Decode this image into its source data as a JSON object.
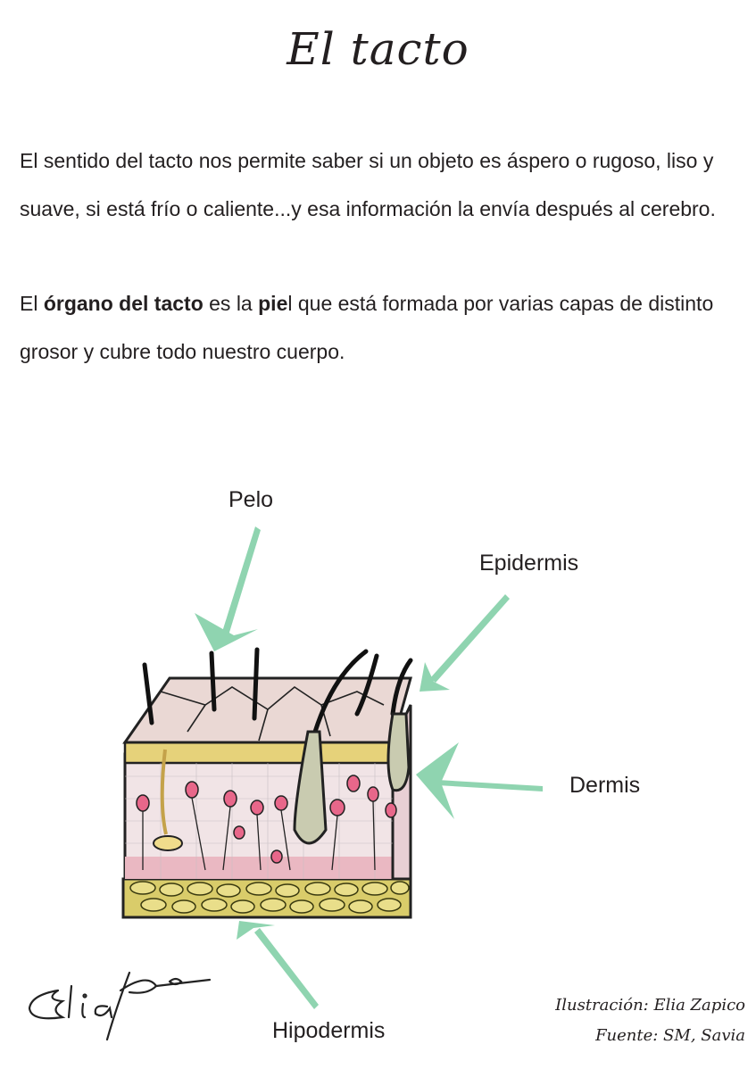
{
  "title": "El tacto",
  "paragraph1": "El sentido del tacto nos permite saber si un objeto es áspero o rugoso, liso y suave, si está frío o caliente...y esa información la envía después al cerebro.",
  "paragraph2": {
    "part1": "El ",
    "bold1": "órgano del tacto",
    "part2": " es la ",
    "bold2": "pie",
    "part3": "l que está formada por varias capas de distinto grosor y cubre todo nuestro cuerpo."
  },
  "labels": {
    "pelo": "Pelo",
    "epidermis": "Epidermis",
    "dermis": "Dermis",
    "hipodermis": "Hipodermis"
  },
  "credits": {
    "illustration": "Ilustración: Elia Zapico",
    "source": "Fuente: SM, Savia"
  },
  "signature_text": "Elia Zapico",
  "colors": {
    "arrow": "#8fd4b0",
    "text": "#231f20",
    "epidermis_band": "#e6d27a",
    "skin": "#efdfe0",
    "hypodermis": "#d9cc6a",
    "follicle_pink": "#e8678a"
  }
}
